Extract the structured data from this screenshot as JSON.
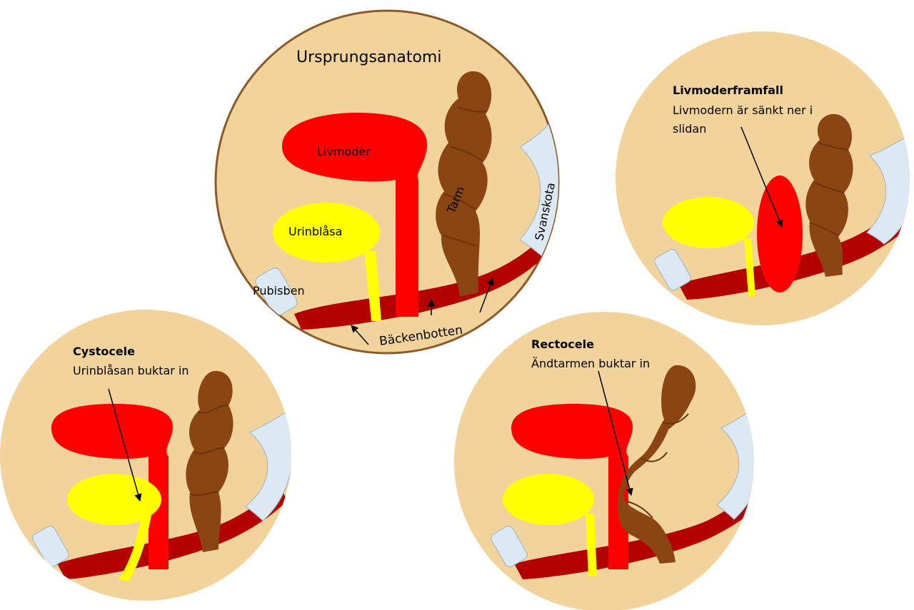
{
  "colors": {
    "background": "#F2D39C",
    "rim": "#8B5A2B",
    "uterus": "#FF0000",
    "bladder": "#FFFF00",
    "bowel": "#8B4513",
    "pelvic_floor": "#B30000",
    "bone": "#DCE8F2"
  },
  "main": {
    "title": "Ursprungsanatomi",
    "uterus_label": "Livmoder",
    "bladder_label": "Urinblåsa",
    "bowel_label": "Tarm",
    "coccyx_label": "Svanskota",
    "pubic_label": "Pubisben",
    "floor_label": "Bäckenbotten"
  },
  "prolapse": {
    "title": "Livmoderframfall",
    "desc_line1": "Livmodern är sänkt ner i",
    "desc_line2": "slidan"
  },
  "cystocele": {
    "title": "Cystocele",
    "desc": "Urinblåsan buktar in"
  },
  "rectocele": {
    "title": "Rectocele",
    "desc": "Ändtarmen buktar in"
  }
}
